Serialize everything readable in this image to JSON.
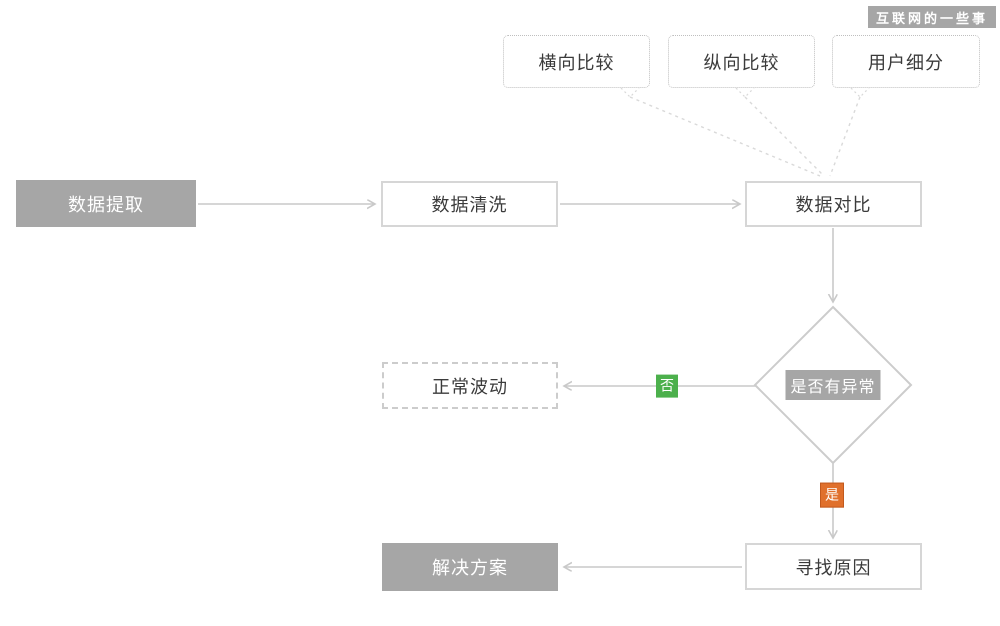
{
  "watermark": {
    "label": "互联网的一些事"
  },
  "callouts": {
    "horizontal_compare": "横向比较",
    "vertical_compare": "纵向比较",
    "user_segment": "用户细分"
  },
  "nodes": {
    "data_extract": "数据提取",
    "data_clean": "数据清洗",
    "data_compare": "数据对比",
    "decision_anomaly": "是否有异常",
    "normal_fluctuation": "正常波动",
    "find_cause": "寻找原因",
    "solution": "解决方案"
  },
  "branch_labels": {
    "no": "否",
    "yes": "是"
  },
  "colors": {
    "node_gray": "#a6a6a6",
    "border_gray": "#cccccc",
    "text_dark": "#3b3b3b",
    "arrow_gray": "#c9c9c9",
    "no_green": "#4cb04c",
    "yes_orange": "#e0702c"
  }
}
